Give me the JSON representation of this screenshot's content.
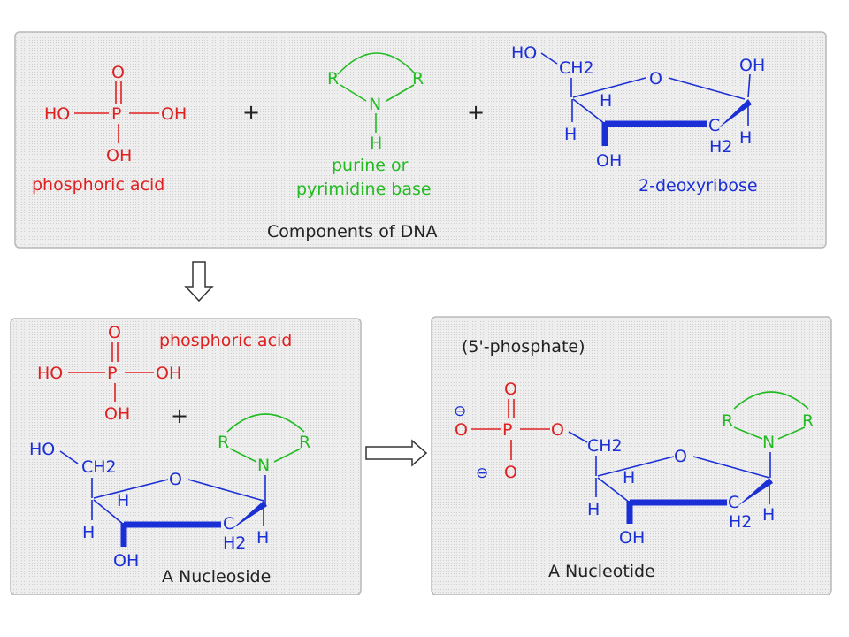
{
  "colors": {
    "phosphate": "#e02020",
    "base": "#22bb22",
    "sugar": "#1b2fd6",
    "text": "#222222",
    "panel": "#ececec"
  },
  "operators": {
    "plus": "+"
  },
  "atoms": {
    "O": "O",
    "P": "P",
    "HO": "HO",
    "OH": "OH",
    "H": "H",
    "N": "N",
    "R": "R",
    "C": "C",
    "CH2": "CH2",
    "H2": "H2",
    "minus": "⊖"
  },
  "components_panel": {
    "phosphoric_label": "phosphoric acid",
    "base_label_1": "purine or",
    "base_label_2": "pyrimidine base",
    "sugar_label": "2-deoxyribose",
    "caption": "Components of DNA"
  },
  "nucleoside_panel": {
    "phosphoric_label": "phosphoric acid",
    "caption": "A Nucleoside"
  },
  "nucleotide_panel": {
    "phosphate_label": "(5'-phosphate)",
    "caption": "A Nucleotide"
  }
}
